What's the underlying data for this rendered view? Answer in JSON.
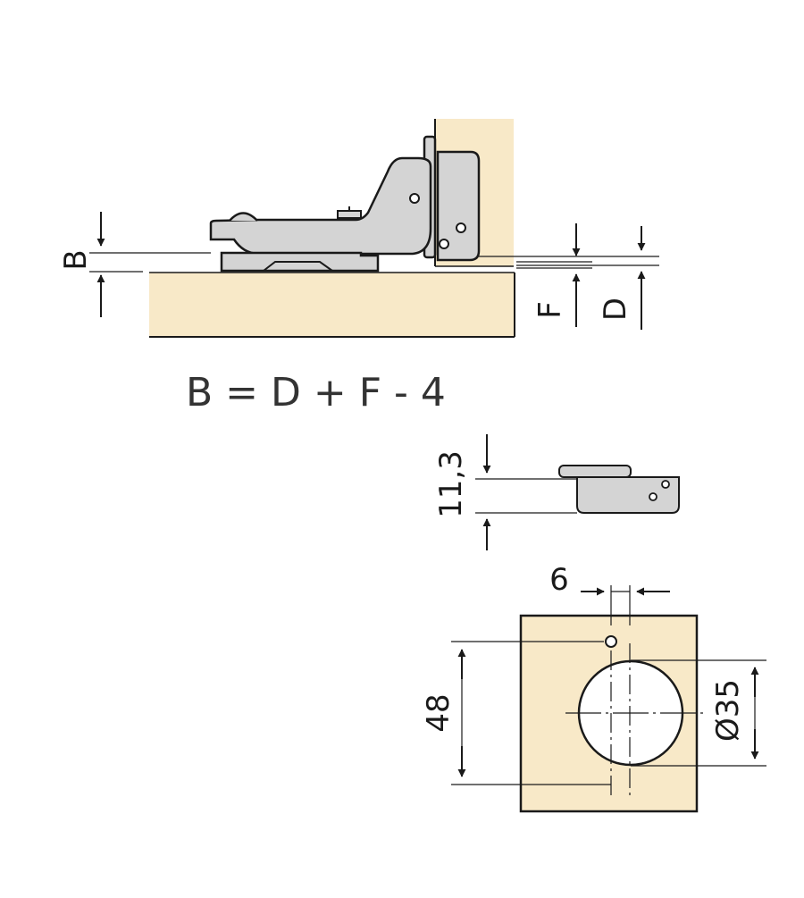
{
  "colors": {
    "wood": "#f8e9c8",
    "metal": "#d4d4d4",
    "line": "#1a1a1a"
  },
  "side_view": {
    "labels": {
      "b": "B",
      "f": "F",
      "d": "D"
    }
  },
  "formula": "B = D + F - 4",
  "hinge_height": {
    "label": "11,3"
  },
  "drilling": {
    "offset_label": "6",
    "spacing_label": "48",
    "diameter_label": "Ø35"
  }
}
